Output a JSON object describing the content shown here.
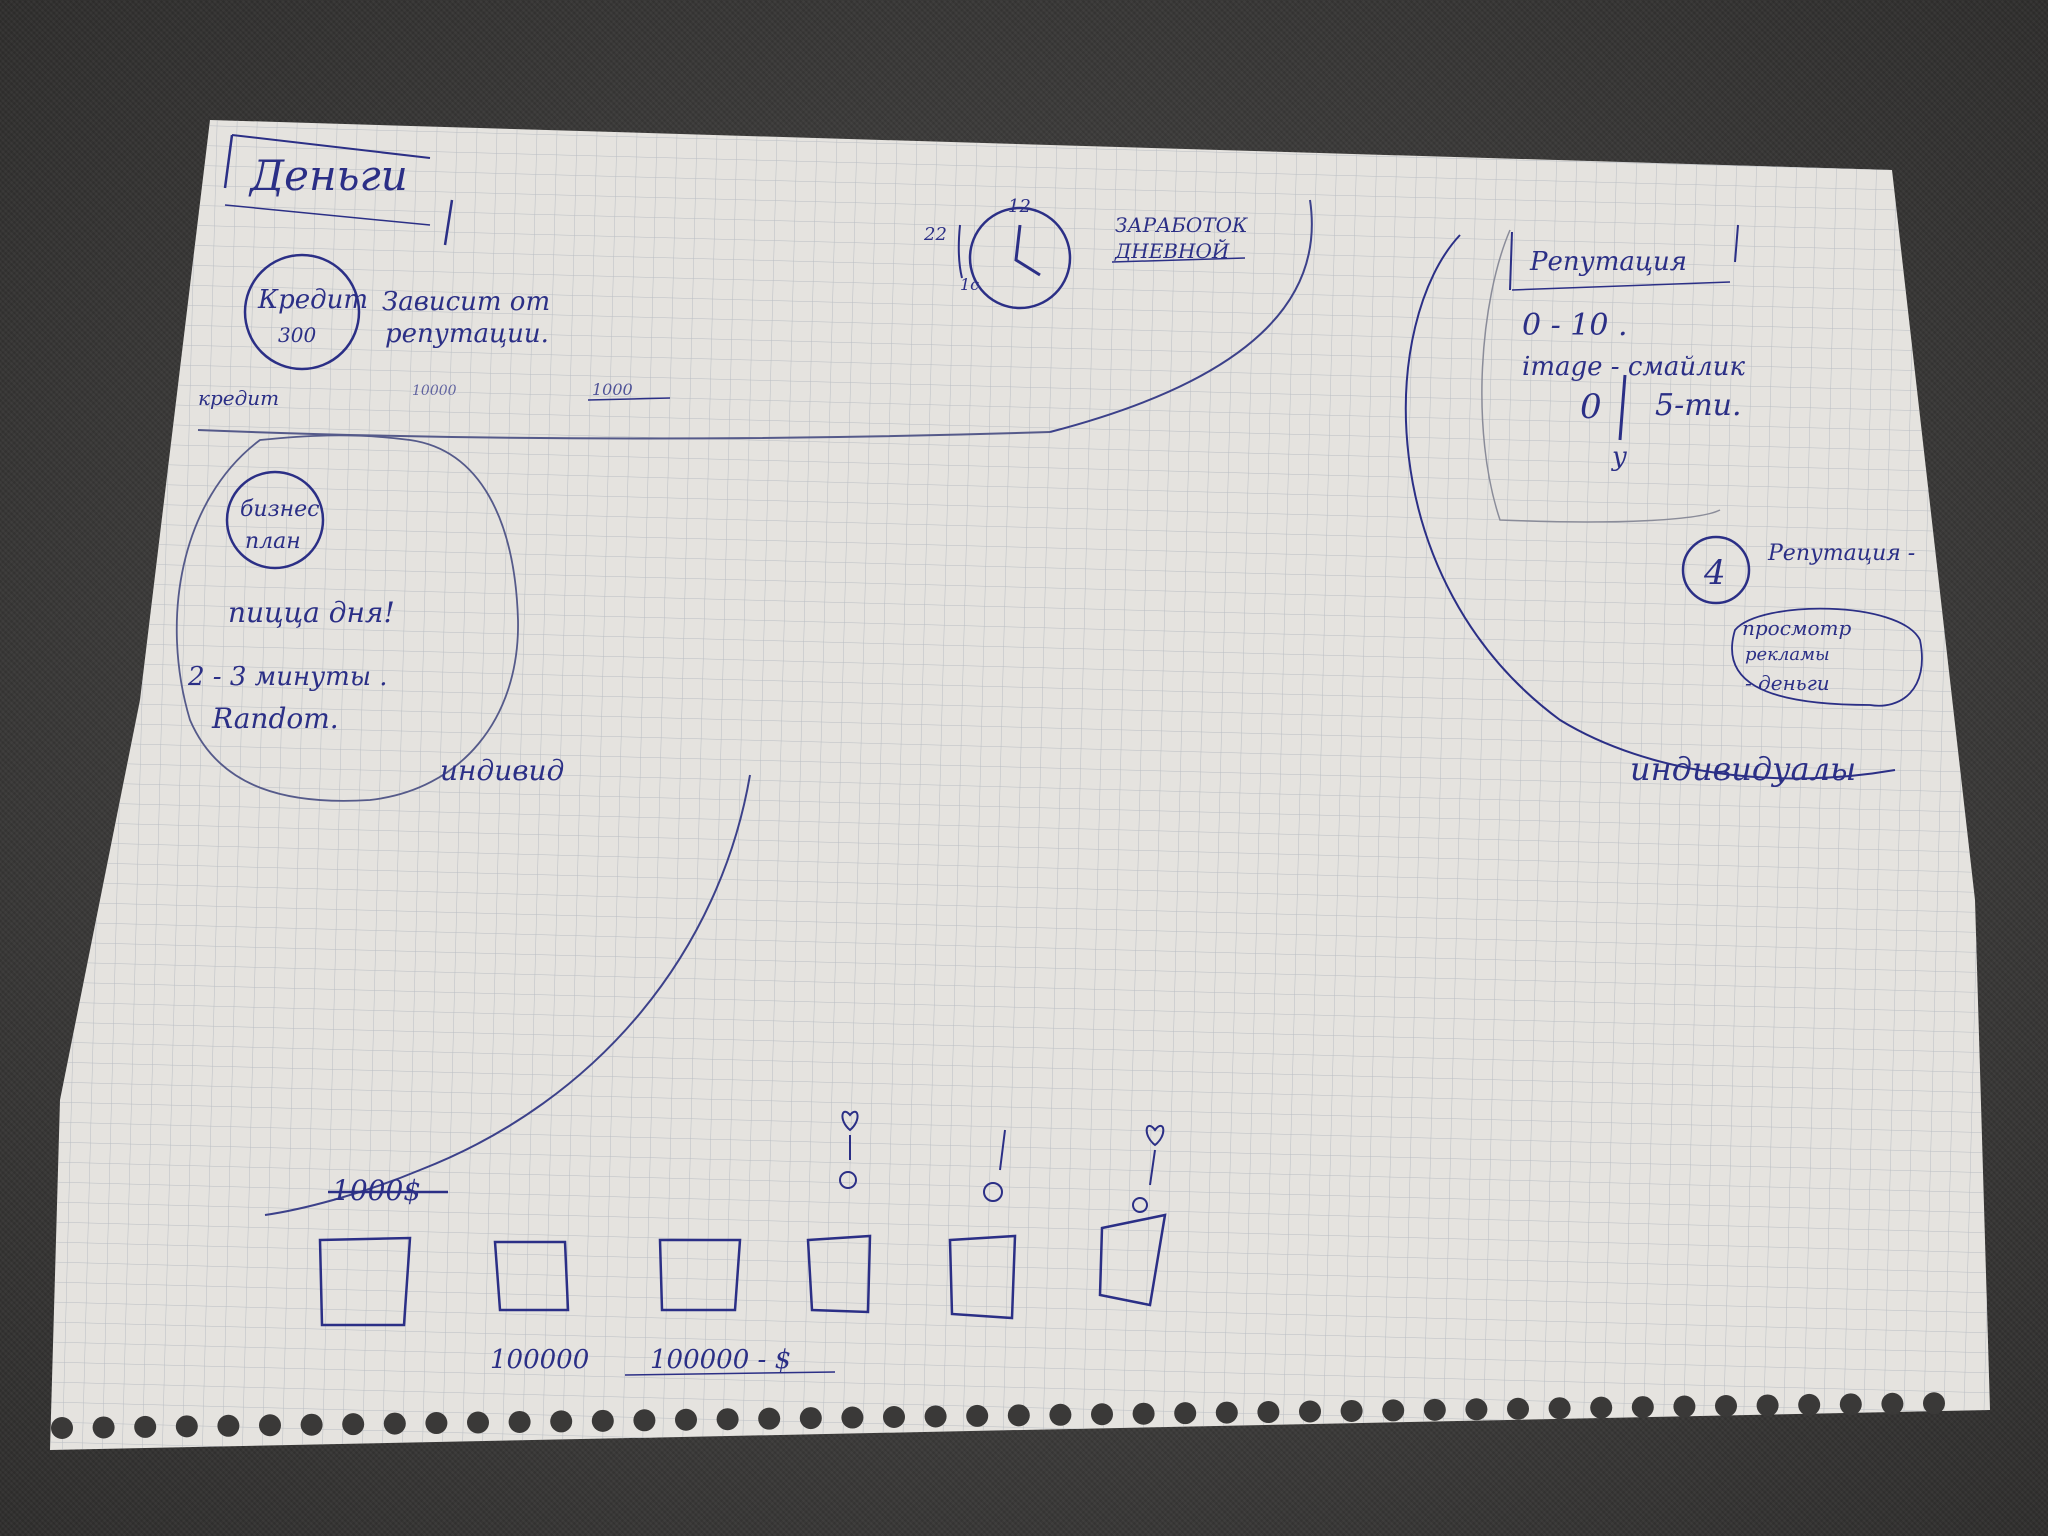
{
  "palette": {
    "ink": "#2b2f86",
    "paper": "#efede9",
    "grid": "#bcc1c8",
    "fabric": "#3d3c3b"
  },
  "money": {
    "title": "Деньги",
    "credit_circle_line1": "Кредит",
    "credit_circle_line2": "300",
    "credit_note_line1": "Зависит от",
    "credit_note_line2": "репутации.",
    "row_label": "кредит",
    "amount_1": "10000",
    "amount_2": "1000"
  },
  "earnings": {
    "clock_hour_12": "12",
    "clock_hour_22": "22",
    "clock_note": "1с",
    "label_line1": "ЗАРАБОТОК",
    "label_line2": "ДНЕВНОЙ"
  },
  "reputation": {
    "title": "Репутация",
    "range": "0 - 10 .",
    "image_line": "image - смайлик",
    "score_left": "0",
    "score_right": "5-ти.",
    "score_below": "у",
    "circle_number": "4",
    "circle_label": "Репутация -",
    "ad_line1": "просмотр",
    "ad_line2": "рекламы",
    "ad_line3": "- деньги",
    "footer": "индивидуалы"
  },
  "business": {
    "circle_line1": "бизнес",
    "circle_line2": "план",
    "pizza": "пицца дня!",
    "minutes": "2 - 3 минуты .",
    "random": "Random.",
    "footer": "индивид"
  },
  "bottom": {
    "strike_label": "1000$",
    "price_1": "100000",
    "price_2": "100000 - $"
  }
}
